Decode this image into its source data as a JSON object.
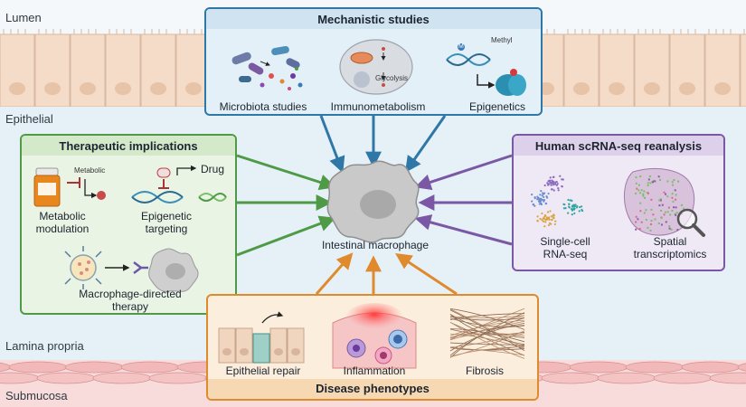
{
  "zones": {
    "lumen": "Lumen",
    "epithelial": "Epithelial",
    "lamina_propria": "Lamina propria",
    "submucosa": "Submucosa"
  },
  "center": {
    "label": "Intestinal macrophage"
  },
  "mechanistic": {
    "title": "Mechanistic studies",
    "items": [
      "Microbiota studies",
      "Immunometabolism",
      "Epigenetics"
    ],
    "glycolysis_label": "Glycolysis",
    "methyl_label": "Methyl",
    "methyl_marker": "M"
  },
  "therapeutic": {
    "title": "Therapeutic implications",
    "metabolic_caption_1": "Metabolic",
    "metabolic_caption_2": "modulation",
    "metabolic_small": "Metabolic",
    "epigenetic_caption_1": "Epigenetic",
    "epigenetic_caption_2": "targeting",
    "drug_label": "Drug",
    "macrophage_caption_1": "Macrophage-directed",
    "macrophage_caption_2": "therapy"
  },
  "scrna": {
    "title": "Human scRNA-seq reanalysis",
    "singlecell_1": "Single-cell",
    "singlecell_2": "RNA-seq",
    "spatial_1": "Spatial",
    "spatial_2": "transcriptomics"
  },
  "disease": {
    "title": "Disease phenotypes",
    "items": [
      "Epithelial repair",
      "Inflammation",
      "Fibrosis"
    ]
  },
  "colors": {
    "mechanistic": "#2f77a6",
    "therapeutic": "#4f9a47",
    "scrna": "#7b58a6",
    "disease": "#e08a2e"
  }
}
